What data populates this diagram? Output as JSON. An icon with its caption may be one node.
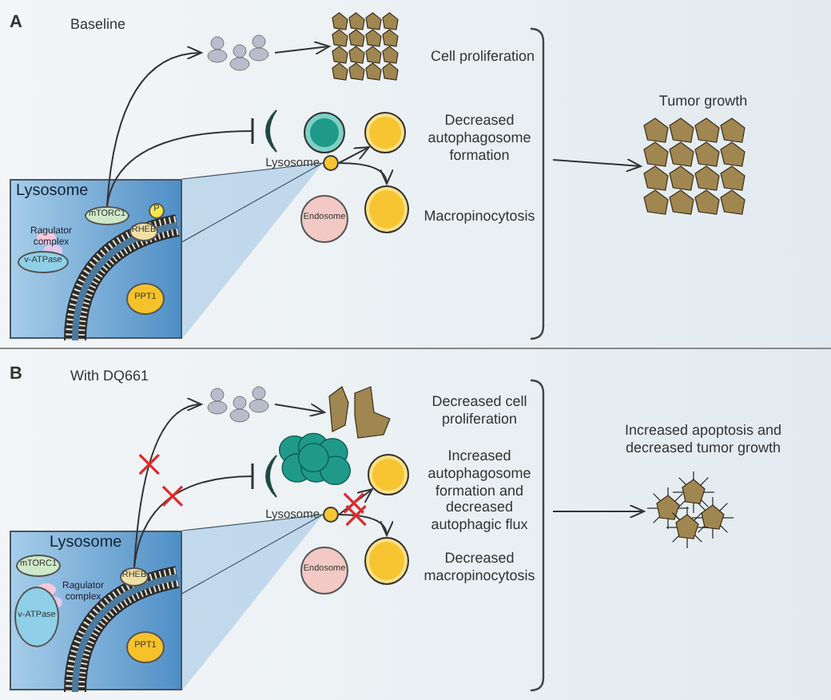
{
  "diagram": {
    "nodes": [
      {
        "text": [
          "Lysosome"
        ]
      },
      {
        "text": [
          "mTORC1"
        ],
        "in": 0
      },
      {
        "text": [
          "RHEB"
        ],
        "in": 0
      },
      {
        "text": [
          "P"
        ],
        "in": 0
      },
      {
        "text": [
          "Ragulator complex"
        ],
        "in": 0
      },
      {
        "text": [
          "v-ATPase"
        ],
        "in": 0
      },
      {
        "text": [
          "PPT1"
        ],
        "in": 0
      },
      {
        "text": [],
        "shape": "picture"
      },
      {
        "text": [],
        "shape": "picture"
      },
      {
        "text": [],
        "shape": "picture"
      },
      {
        "text": [],
        "shape": "circle"
      },
      {
        "text": [
          "Lysosome"
        ]
      },
      {
        "text": [],
        "shape": "circle"
      },
      {
        "text": [
          "Endosome"
        ]
      },
      {
        "text": [],
        "shape": "circle"
      },
      {
        "text": [],
        "shape": "picture",
        "beside": [
          "Tumor growth"
        ]
      },
      {
        "text": [
          "Lysosome"
        ]
      },
      {
        "text": [
          "mTORC1"
        ],
        "in": 16
      },
      {
        "text": [
          "RHEB"
        ],
        "in": 16
      },
      {
        "text": [
          "Ragulator complex"
        ],
        "in": 16
      },
      {
        "text": [
          "v-ATPase"
        ],
        "in": 16
      },
      {
        "text": [
          "PPT1"
        ],
        "in": 16
      },
      {
        "text": [],
        "shape": "picture"
      },
      {
        "text": [],
        "shape": "picture"
      },
      {
        "text": [],
        "shape": "picture"
      },
      {
        "text": [],
        "shape": "picture"
      },
      {
        "text": [
          "Lysosome"
        ]
      },
      {
        "text": [],
        "shape": "circle"
      },
      {
        "text": [
          "Endosome"
        ]
      },
      {
        "text": [],
        "shape": "circle"
      },
      {
        "text": [],
        "shape": "picture",
        "beside": [
          "Increased apoptosis and decreased tumor growth"
        ]
      }
    ],
    "edges": [
      {
        "from": 1,
        "to": 7,
        "arrow": "to"
      },
      {
        "from": 1,
        "to": 9,
        "arrow": "other"
      },
      {
        "from": 7,
        "to": 8,
        "arrow": "to"
      },
      {
        "from": 11,
        "to": 12,
        "arrow": "to"
      },
      {
        "from": 11,
        "to": 14,
        "arrow": "to"
      },
      {
        "from": null,
        "to": 15,
        "arrow": "to"
      },
      {
        "from": 18,
        "to": 22,
        "arrow": "to"
      },
      {
        "from": 18,
        "to": 24,
        "arrow": "other"
      },
      {
        "from": 22,
        "to": 23,
        "arrow": "to"
      },
      {
        "from": 26,
        "to": 27,
        "arrow": "to"
      },
      {
        "from": 26,
        "to": 29,
        "arrow": "to"
      },
      {
        "from": null,
        "to": 30,
        "arrow": "to"
      },
      {
        "from": 0,
        "to": 11,
        "arrow": "none"
      },
      {
        "from": 16,
        "to": 26,
        "arrow": "none"
      }
    ],
    "labels": [
      "A",
      "Baseline",
      "Cell proliferation",
      "Decreased autophagosome formation",
      "Macropinocytosis",
      "B",
      "With DQ661",
      "Decreased cell proliferation",
      "Increased autophagosome formation and decreased autophagic flux",
      "Decreased macropinocytosis"
    ]
  }
}
